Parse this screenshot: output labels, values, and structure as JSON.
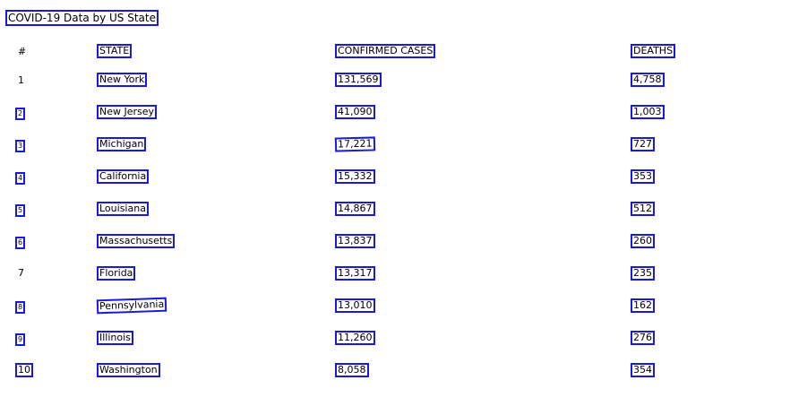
{
  "title": "COVID-19 Data by US State",
  "headers": {
    "num": "#",
    "state": "STATE",
    "cases": "CONFIRMED CASES",
    "deaths": "DEATHS"
  },
  "rows": [
    {
      "num": "1",
      "state": "New York",
      "cases": "131,569",
      "deaths": "4,758"
    },
    {
      "num": "2",
      "state": "New Jersey",
      "cases": "41,090",
      "deaths": "1,003"
    },
    {
      "num": "3",
      "state": "Michigan",
      "cases": "17,221",
      "deaths": "727"
    },
    {
      "num": "4",
      "state": "California",
      "cases": "15,332",
      "deaths": "353"
    },
    {
      "num": "5",
      "state": "Louisiana",
      "cases": "14,867",
      "deaths": "512"
    },
    {
      "num": "6",
      "state": "Massachusetts",
      "cases": "13,837",
      "deaths": "260"
    },
    {
      "num": "7",
      "state": "Florida",
      "cases": "13,317",
      "deaths": "235"
    },
    {
      "num": "8",
      "state": "Pennsylvania",
      "cases": "13,010",
      "deaths": "162"
    },
    {
      "num": "9",
      "state": "Illinois",
      "cases": "11,260",
      "deaths": "276"
    },
    {
      "num": "10",
      "state": "Washington",
      "cases": "8,058",
      "deaths": "354"
    }
  ]
}
